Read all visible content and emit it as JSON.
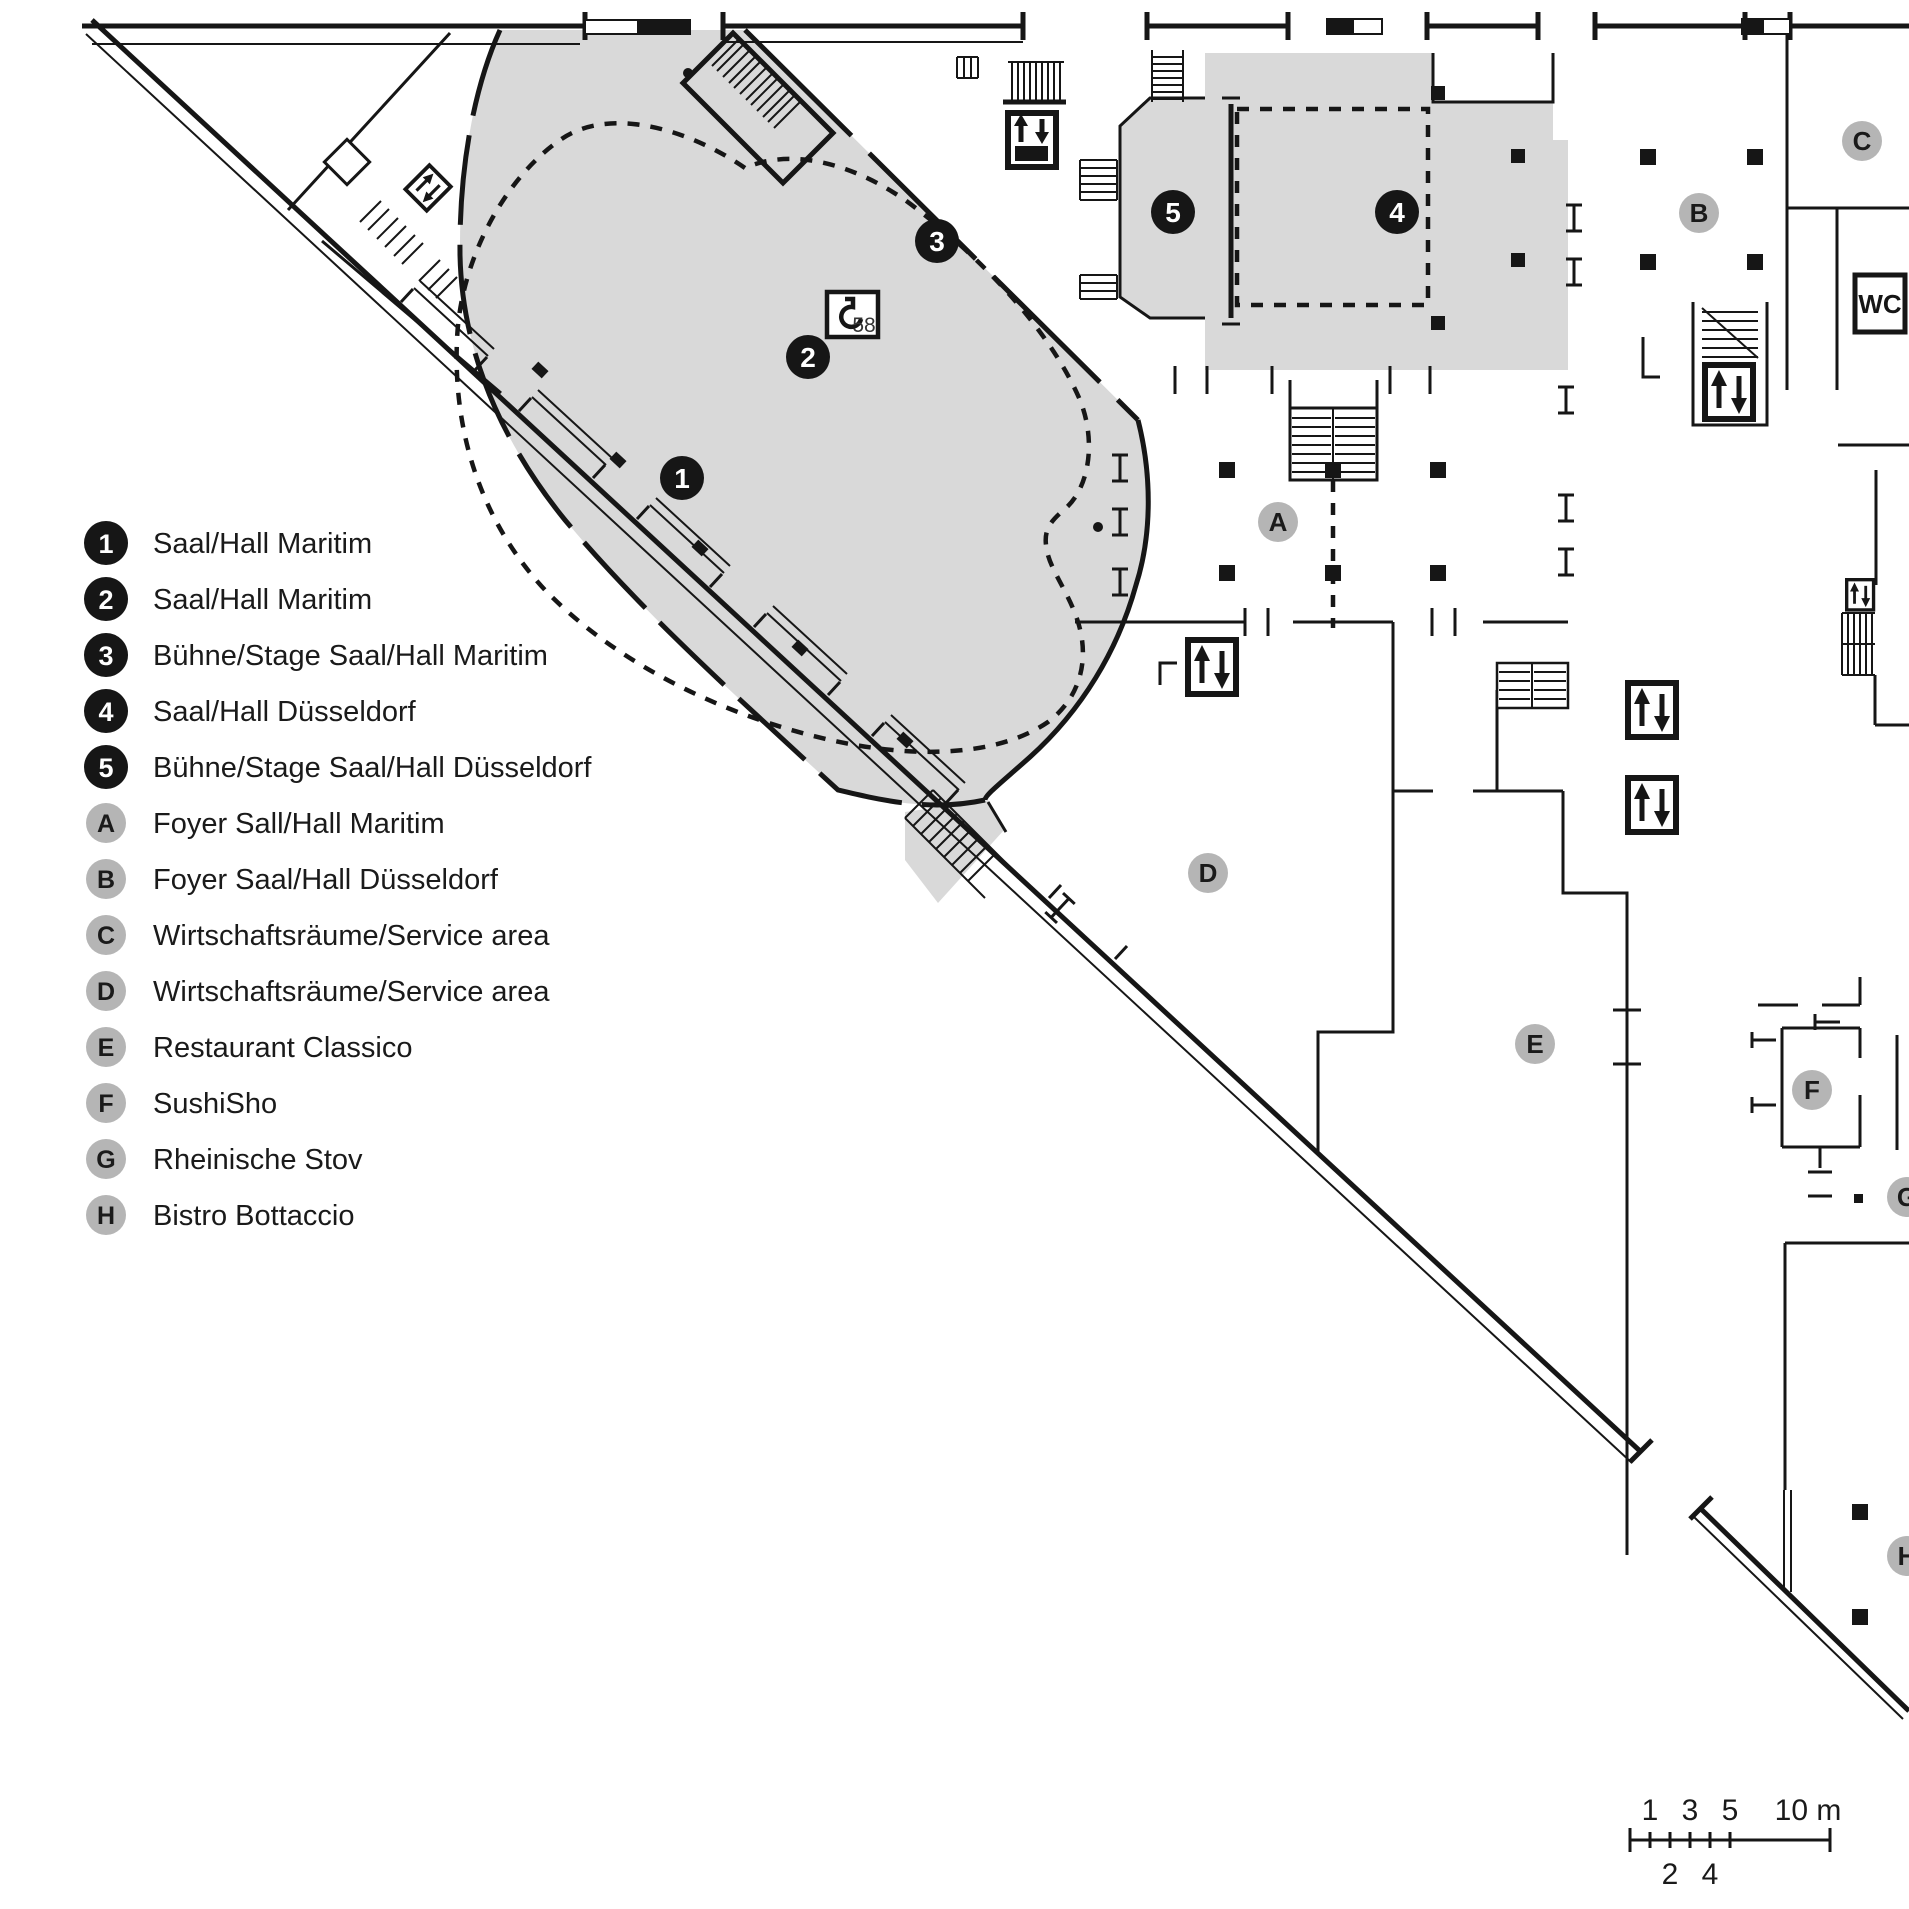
{
  "colors": {
    "area_fill": "#d9d9d9",
    "line": "#161616",
    "marker_gray": "#b5b5b5",
    "marker_black": "#161616"
  },
  "legend": {
    "items": [
      {
        "symbol": "1",
        "label": "Saal/Hall Maritim",
        "style": "number"
      },
      {
        "symbol": "2",
        "label": "Saal/Hall Maritim",
        "style": "number"
      },
      {
        "symbol": "3",
        "label": "Bühne/Stage Saal/Hall Maritim",
        "style": "number"
      },
      {
        "symbol": "4",
        "label": "Saal/Hall Düsseldorf",
        "style": "number"
      },
      {
        "symbol": "5",
        "label": "Bühne/Stage Saal/Hall Düsseldorf",
        "style": "number"
      },
      {
        "symbol": "A",
        "label": "Foyer Sall/Hall Maritim",
        "style": "letter"
      },
      {
        "symbol": "B",
        "label": "Foyer Saal/Hall Düsseldorf",
        "style": "letter"
      },
      {
        "symbol": "C",
        "label": "Wirtschaftsräume/Service area",
        "style": "letter"
      },
      {
        "symbol": "D",
        "label": "Wirtschaftsräume/Service area",
        "style": "letter"
      },
      {
        "symbol": "E",
        "label": "Restaurant Classico",
        "style": "letter"
      },
      {
        "symbol": "F",
        "label": "SushiSho",
        "style": "letter"
      },
      {
        "symbol": "G",
        "label": "Rheinische Stov",
        "style": "letter"
      },
      {
        "symbol": "H",
        "label": "Bistro Bottaccio",
        "style": "letter"
      }
    ]
  },
  "plan": {
    "wc_label": "WC",
    "hook_number": "58",
    "scale_bar": {
      "above": [
        "1",
        "3",
        "5",
        "10 m"
      ],
      "below": [
        "2",
        "4"
      ]
    }
  }
}
